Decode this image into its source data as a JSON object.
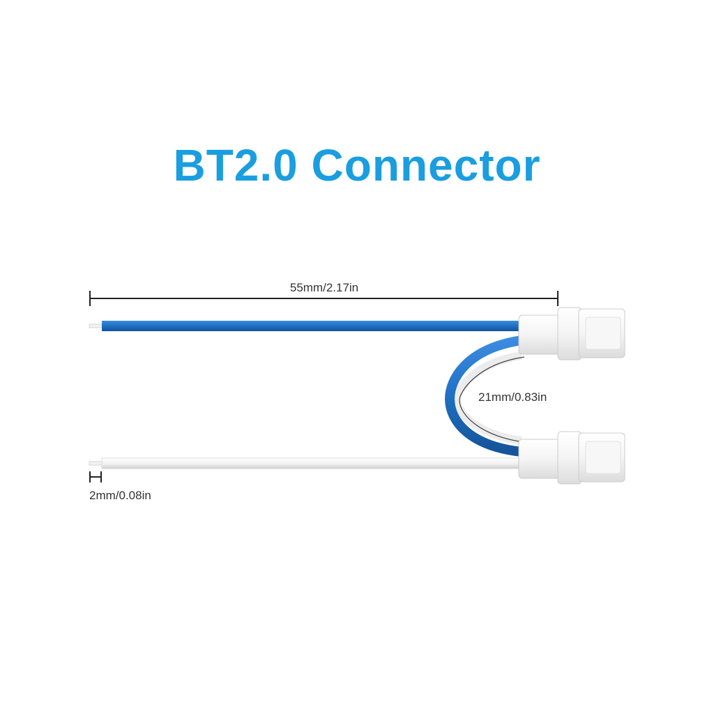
{
  "title": "BT2.0 Connector",
  "dimensions": {
    "length": "55mm/2.17in",
    "gap": "21mm/0.83in",
    "strip": "2mm/0.08in"
  },
  "colors": {
    "title": "#1a9ee0",
    "blue_wire": "#1f6fc2",
    "white_wire": "#f2f2f2",
    "connector": "#ffffff",
    "dimension_line": "#222222"
  },
  "components": {
    "wires": [
      "blue-wire",
      "white-wire"
    ],
    "connectors": [
      "connector-top",
      "connector-bottom"
    ]
  }
}
